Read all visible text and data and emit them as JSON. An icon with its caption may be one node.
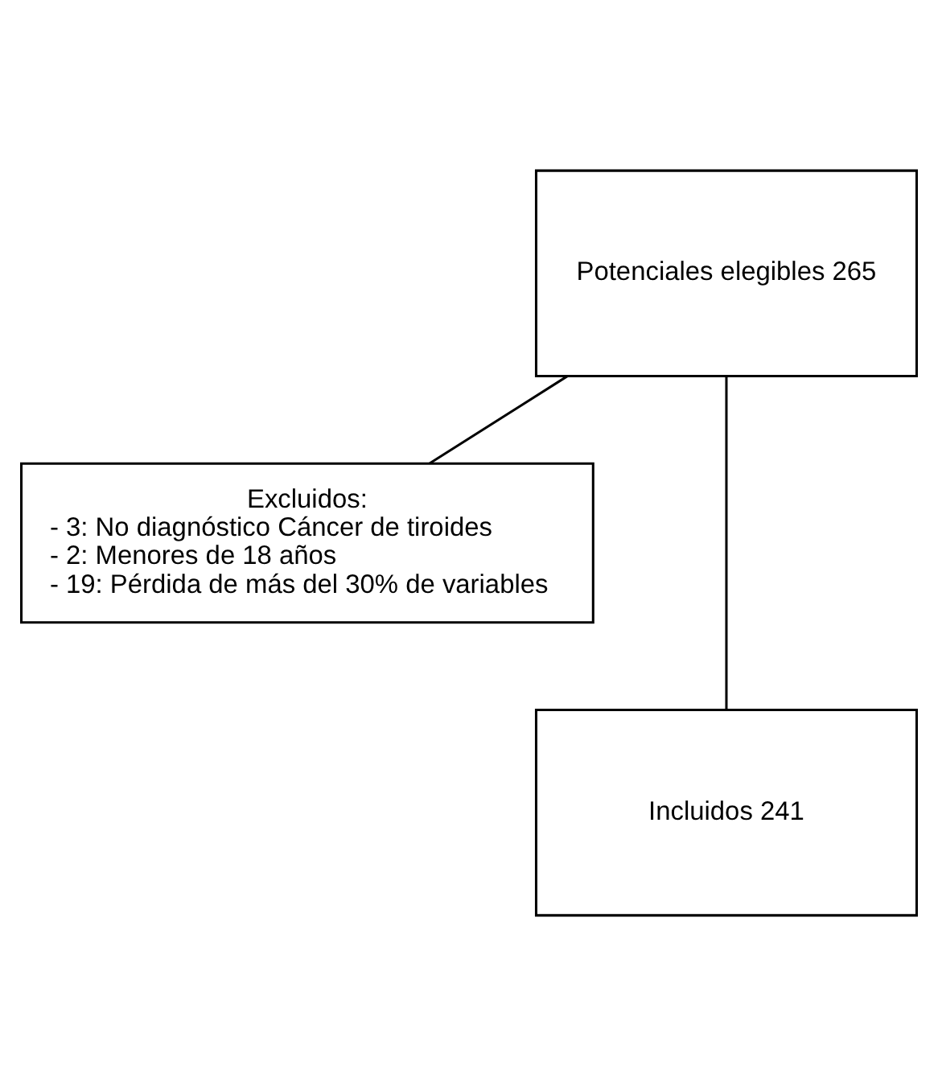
{
  "diagram": {
    "nodes": [
      {
        "text": [
          "Potenciales elegibles 265"
        ]
      },
      {
        "text": [
          "Excluidos:",
          "- 3: No diagnóstico Cáncer de tiroides",
          "- 2: Menores de 18 años",
          "- 19: Pérdida de más del 30% de variables"
        ]
      },
      {
        "text": [
          "Incluidos 241"
        ]
      }
    ],
    "edges": [
      {
        "from": 0,
        "to": 2,
        "arrow": "none"
      },
      {
        "from": 0,
        "to": 1,
        "arrow": "none"
      }
    ]
  }
}
